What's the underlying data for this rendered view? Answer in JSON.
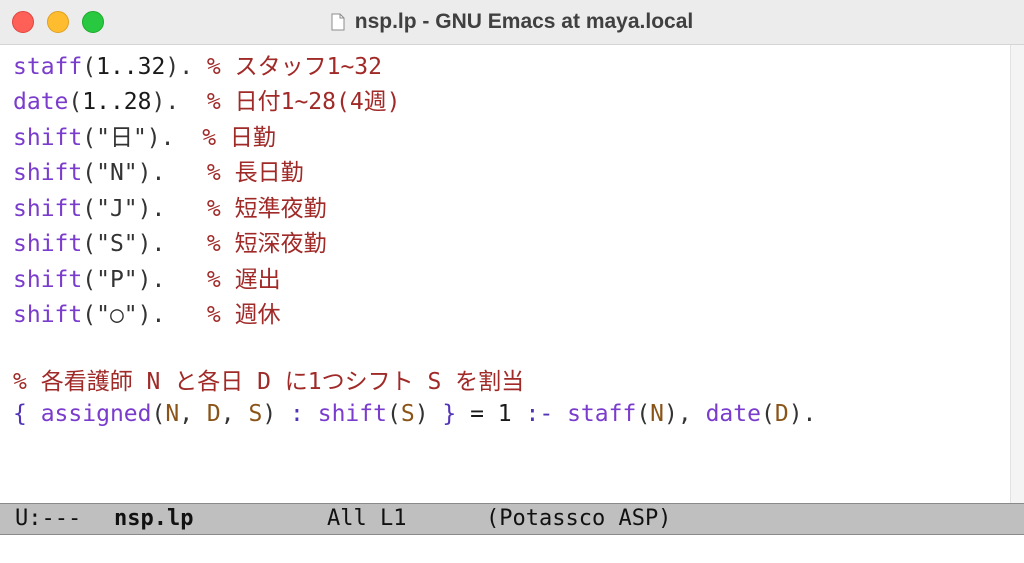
{
  "window": {
    "title": "nsp.lp - GNU Emacs at maya.local"
  },
  "buffer": {
    "lines": [
      {
        "tokens": [
          {
            "t": "staff",
            "c": "fn"
          },
          {
            "t": "(",
            "c": "str"
          },
          {
            "t": "1..32",
            "c": "num"
          },
          {
            "t": ").",
            "c": "str"
          },
          {
            "t": " % スタッフ1~32",
            "c": "cm"
          }
        ]
      },
      {
        "tokens": [
          {
            "t": "date",
            "c": "fn"
          },
          {
            "t": "(",
            "c": "str"
          },
          {
            "t": "1..28",
            "c": "num"
          },
          {
            "t": ").",
            "c": "str"
          },
          {
            "t": "  % 日付1~28(4週)",
            "c": "cm"
          }
        ]
      },
      {
        "tokens": [
          {
            "t": "shift",
            "c": "fn"
          },
          {
            "t": "(\"日\").",
            "c": "str"
          },
          {
            "t": "  % 日勤",
            "c": "cm"
          }
        ]
      },
      {
        "tokens": [
          {
            "t": "shift",
            "c": "fn"
          },
          {
            "t": "(\"N\").",
            "c": "str"
          },
          {
            "t": "   % 長日勤",
            "c": "cm"
          }
        ]
      },
      {
        "tokens": [
          {
            "t": "shift",
            "c": "fn"
          },
          {
            "t": "(\"J\").",
            "c": "str"
          },
          {
            "t": "   % 短準夜勤",
            "c": "cm"
          }
        ]
      },
      {
        "tokens": [
          {
            "t": "shift",
            "c": "fn"
          },
          {
            "t": "(\"S\").",
            "c": "str"
          },
          {
            "t": "   % 短深夜勤",
            "c": "cm"
          }
        ]
      },
      {
        "tokens": [
          {
            "t": "shift",
            "c": "fn"
          },
          {
            "t": "(\"P\").",
            "c": "str"
          },
          {
            "t": "   % 遅出",
            "c": "cm"
          }
        ]
      },
      {
        "tokens": [
          {
            "t": "shift",
            "c": "fn"
          },
          {
            "t": "(\"○\").",
            "c": "str"
          },
          {
            "t": "   % 週休",
            "c": "cm"
          }
        ]
      },
      {
        "tokens": []
      },
      {
        "tokens": [
          {
            "t": "% 各看護師 N と各日 D に1つシフト S を割当",
            "c": "cm"
          }
        ]
      },
      {
        "tokens": [
          {
            "t": "{ ",
            "c": "kw"
          },
          {
            "t": "assigned",
            "c": "fn"
          },
          {
            "t": "(",
            "c": "str"
          },
          {
            "t": "N",
            "c": "var"
          },
          {
            "t": ", ",
            "c": "str"
          },
          {
            "t": "D",
            "c": "var"
          },
          {
            "t": ", ",
            "c": "str"
          },
          {
            "t": "S",
            "c": "var"
          },
          {
            "t": ") ",
            "c": "str"
          },
          {
            "t": ": ",
            "c": "kw"
          },
          {
            "t": "shift",
            "c": "fn"
          },
          {
            "t": "(",
            "c": "str"
          },
          {
            "t": "S",
            "c": "var"
          },
          {
            "t": ") ",
            "c": "str"
          },
          {
            "t": "}",
            "c": "kw"
          },
          {
            "t": " = 1 ",
            "c": "num"
          },
          {
            "t": ":- ",
            "c": "kw"
          },
          {
            "t": "staff",
            "c": "fn"
          },
          {
            "t": "(",
            "c": "str"
          },
          {
            "t": "N",
            "c": "var"
          },
          {
            "t": "), ",
            "c": "str"
          },
          {
            "t": "date",
            "c": "fn"
          },
          {
            "t": "(",
            "c": "str"
          },
          {
            "t": "D",
            "c": "var"
          },
          {
            "t": ").",
            "c": "str"
          }
        ]
      }
    ]
  },
  "modeline": {
    "status": "U:---",
    "buffer_name": "nsp.lp",
    "position": "All L1",
    "mode": "(Potassco ASP)"
  },
  "colors": {
    "function": "#7a3ccc",
    "comment": "#a02a28",
    "variable": "#8a5418",
    "keyword": "#5233b8",
    "close": "#fe5f57",
    "minimize": "#febc2e",
    "maximize": "#28c840",
    "modeline_bg": "#bfbfbf"
  },
  "icons": {
    "close": "close-button-icon",
    "minimize": "minimize-button-icon",
    "maximize": "zoom-button-icon",
    "document": "document-icon"
  }
}
